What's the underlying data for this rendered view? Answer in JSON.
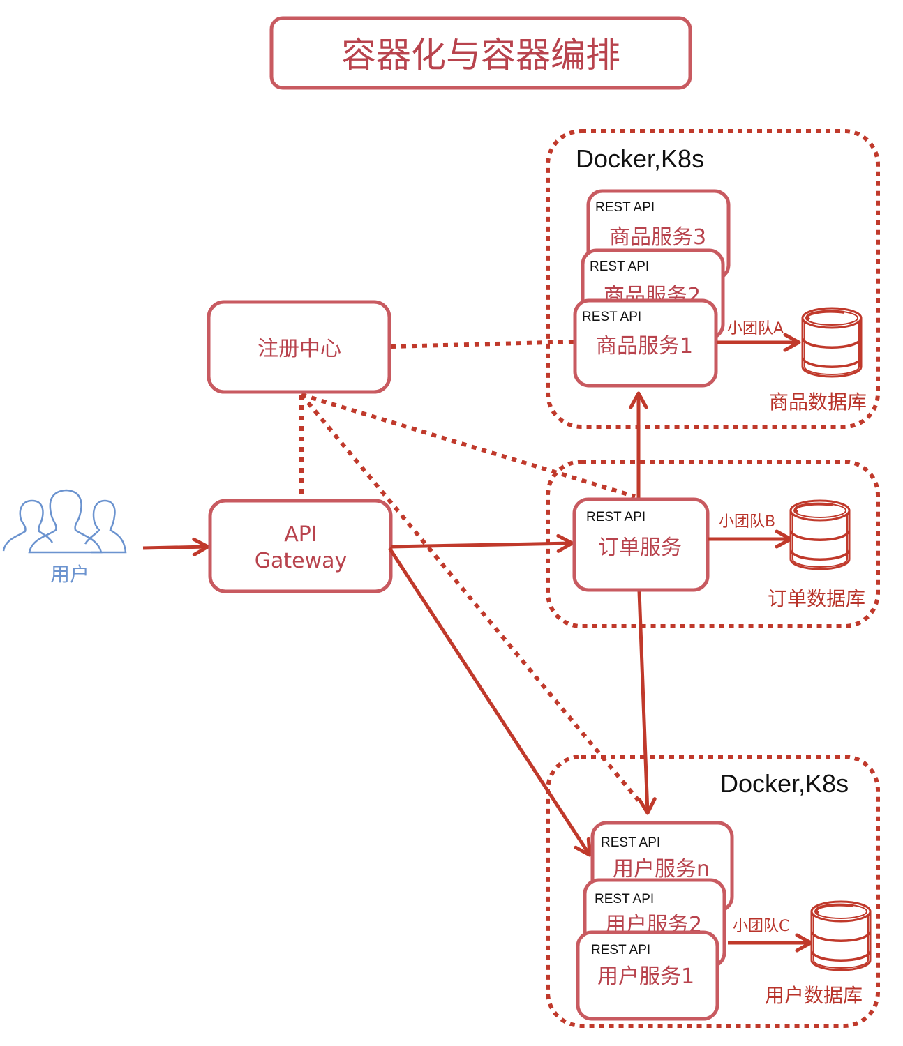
{
  "title": "容器化与容器编排",
  "colors": {
    "box_border": "#c85a60",
    "text_red": "#b8434d",
    "arrow": "#c0392b",
    "users_blue": "#6b93cf"
  },
  "users": {
    "label": "用户",
    "icon": "users-group-icon"
  },
  "registry": {
    "label": "注册中心"
  },
  "gateway": {
    "line1": "API",
    "line2": "Gateway"
  },
  "clusters": {
    "product": {
      "platform": "Docker,K8s",
      "services": [
        {
          "api": "REST API",
          "name": "商品服务3"
        },
        {
          "api": "REST API",
          "name": "商品服务2"
        },
        {
          "api": "REST API",
          "name": "商品服务1"
        }
      ],
      "team": "小团队A",
      "database": "商品数据库"
    },
    "order": {
      "service": {
        "api": "REST API",
        "name": "订单服务"
      },
      "team": "小团队B",
      "database": "订单数据库"
    },
    "user": {
      "platform": "Docker,K8s",
      "services": [
        {
          "api": "REST API",
          "name": "用户服务n"
        },
        {
          "api": "REST API",
          "name": "用户服务2"
        },
        {
          "api": "REST API",
          "name": "用户服务1"
        }
      ],
      "team": "小团队C",
      "database": "用户数据库"
    }
  }
}
